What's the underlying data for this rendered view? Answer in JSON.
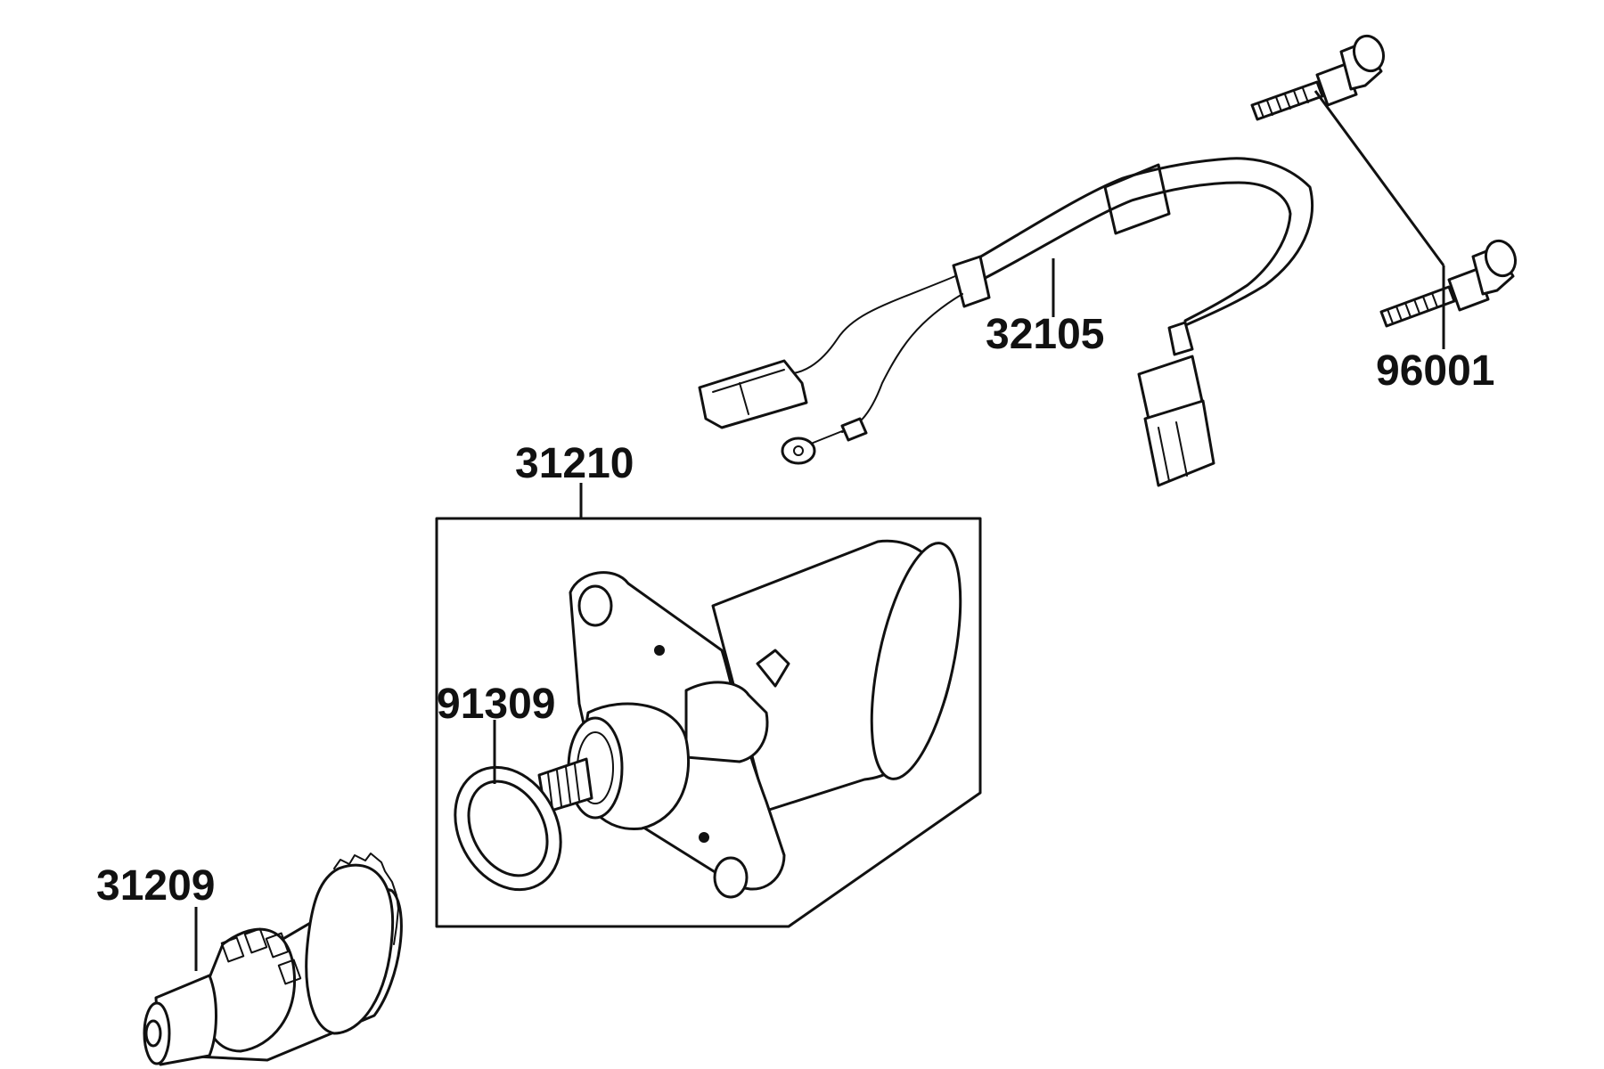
{
  "parts": [
    {
      "id": "label-32105",
      "number": "32105"
    },
    {
      "id": "label-96001",
      "number": "96001"
    },
    {
      "id": "label-31210",
      "number": "31210"
    },
    {
      "id": "label-91309",
      "number": "91309"
    },
    {
      "id": "label-31209",
      "number": "31209"
    }
  ],
  "colors": {
    "line": "#111111",
    "background": "#ffffff"
  }
}
